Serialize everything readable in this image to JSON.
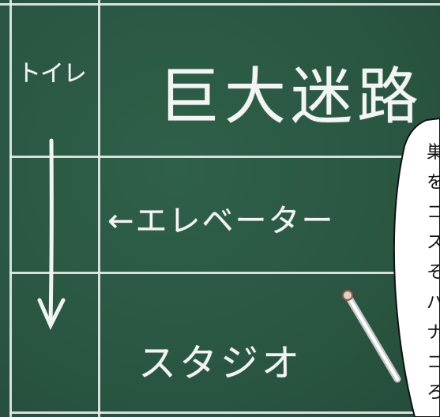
{
  "board": {
    "left_label": "トイレ",
    "title": "巨大迷路",
    "elevator_label": "←エレベーター",
    "studio_label": "スタジオ"
  },
  "speech_bubble": {
    "visible_chars": [
      "巣",
      "を",
      "コ",
      "ス",
      "そ",
      "パ",
      "ナ",
      "コ",
      "ろ"
    ]
  },
  "colors": {
    "board": "#2c5a45",
    "chalk": "#f2f5f1",
    "bubble": "#ffffff"
  }
}
